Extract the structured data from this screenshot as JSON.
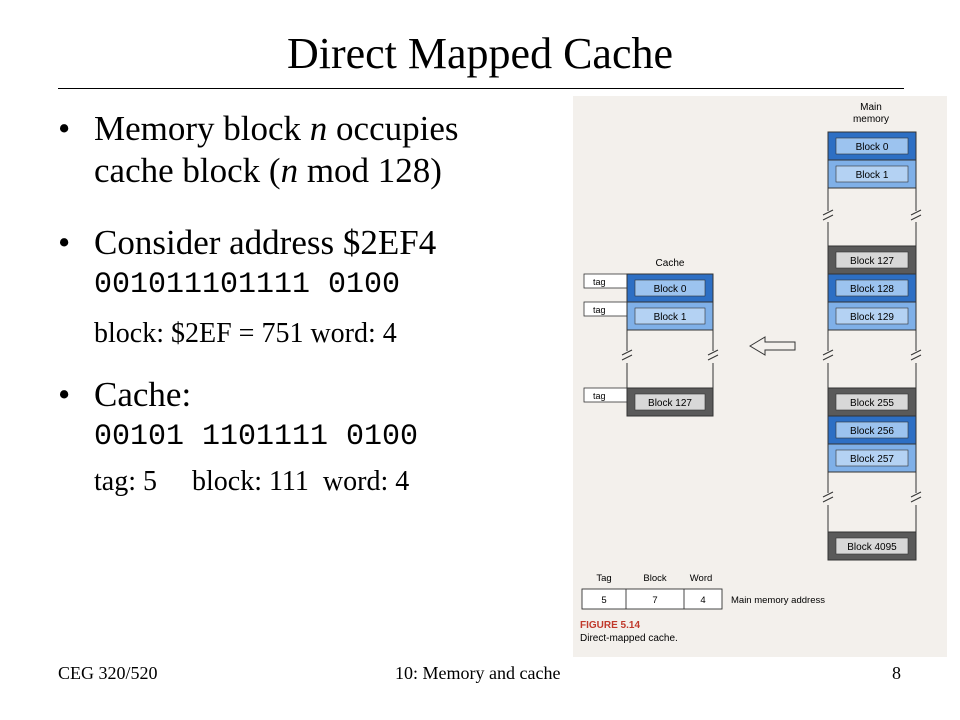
{
  "slide": {
    "title": "Direct Mapped Cache",
    "bullets": [
      {
        "pre": "Memory block ",
        "var": "n",
        "post": " occupies",
        "line2_pre": "cache block (",
        "line2_var": "n",
        "line2_post": " mod 128)"
      },
      {
        "text": "Consider address $2EF4",
        "bits": "001011101111 0100",
        "detail": "block: $2EF = 751  word: 4"
      },
      {
        "text": "Cache:",
        "bits": "00101 1101111 0100",
        "detail": "tag: 5     block: 111  word: 4"
      }
    ]
  },
  "footer": {
    "left": "CEG 320/520",
    "center": "10: Memory and cache",
    "page": "8"
  },
  "figure": {
    "cache_label": "Cache",
    "tag_label": "tag",
    "cache_blocks": [
      "Block 0",
      "Block 1",
      "Block 127"
    ],
    "memory_label_line1": "Main",
    "memory_label_line2": "memory",
    "memory_blocks": [
      "Block 0",
      "Block 1",
      "Block 127",
      "Block 128",
      "Block 129",
      "Block 255",
      "Block 256",
      "Block 257",
      "Block 4095"
    ],
    "address_fields": [
      {
        "header": "Tag",
        "value": "5"
      },
      {
        "header": "Block",
        "value": "7"
      },
      {
        "header": "Word",
        "value": "4"
      }
    ],
    "address_caption": "Main memory address",
    "figure_number": "FIGURE 5.14",
    "figure_caption": "Direct-mapped cache.",
    "colors": {
      "blue": "#2d6fc4",
      "light_blue": "#7fb0e8",
      "gray": "#5a5a5a",
      "red": "#c0392b"
    }
  }
}
